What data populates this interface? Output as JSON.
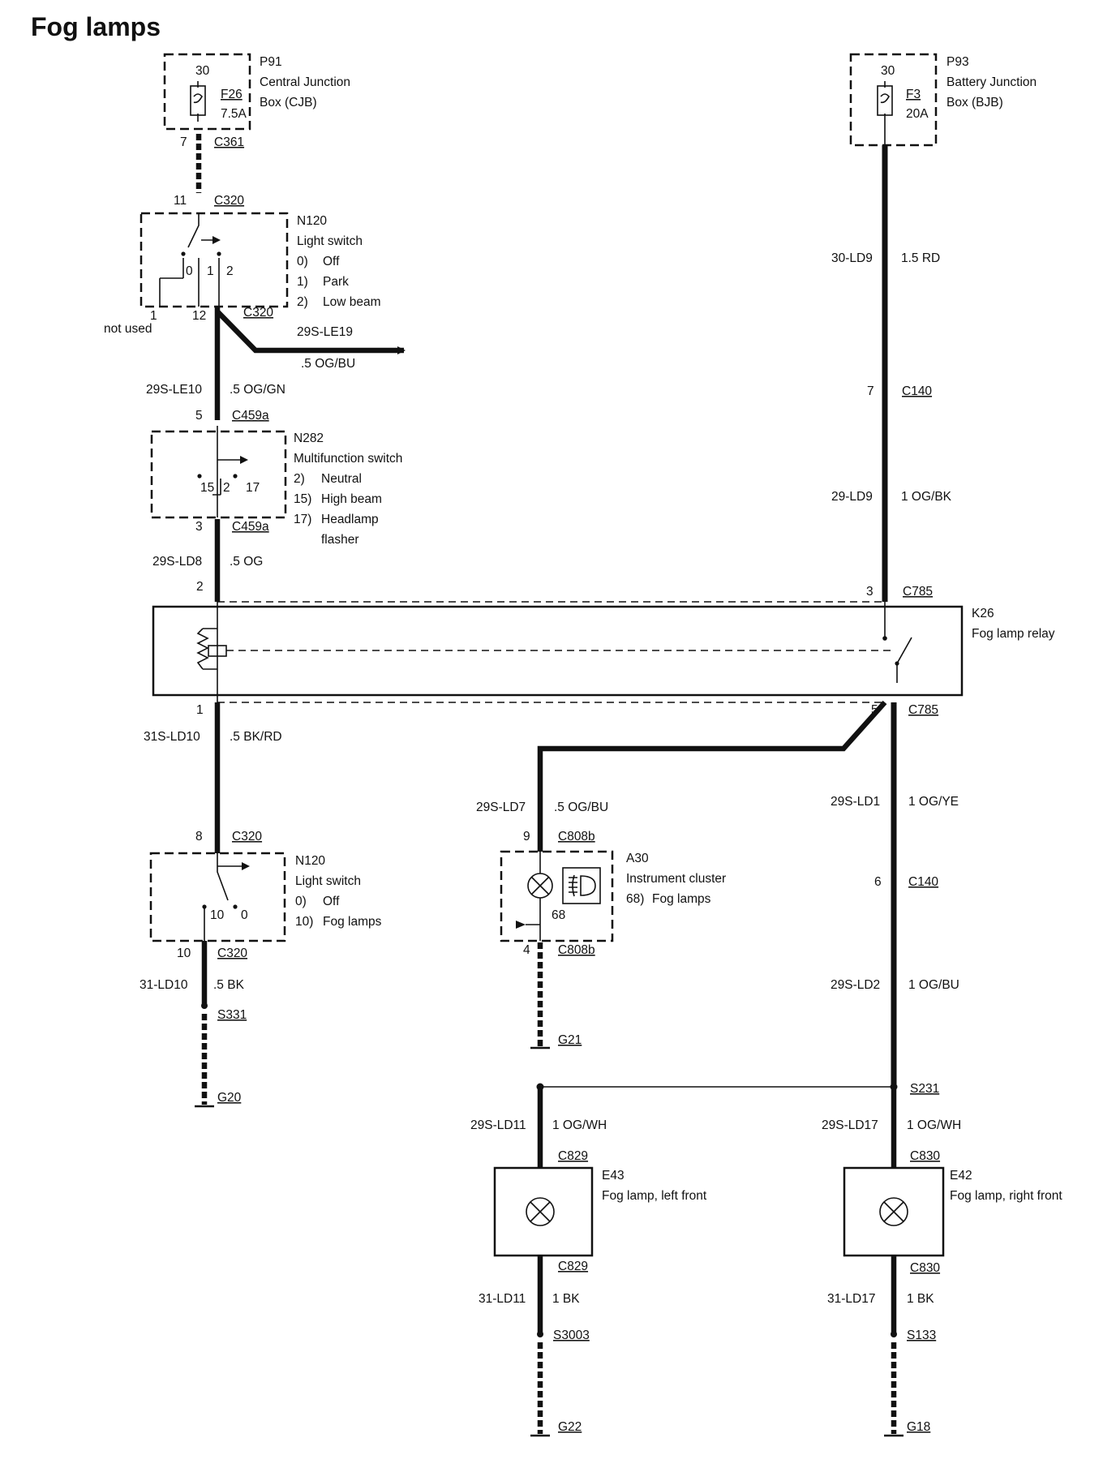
{
  "title": "Fog lamps",
  "components": {
    "p91": {
      "ref": "P91",
      "name_1": "Central Junction",
      "name_2": "Box (CJB)",
      "pin": "30",
      "fuse": "F26",
      "rating": "7.5A"
    },
    "p93": {
      "ref": "P93",
      "name_1": "Battery Junction",
      "name_2": "Box (BJB)",
      "pin": "30",
      "fuse": "F3",
      "rating": "20A"
    },
    "n120_top": {
      "ref": "N120",
      "name": "Light switch",
      "pos0": "0)",
      "pos0_t": "Off",
      "pos1": "1)",
      "pos1_t": "Park",
      "pos2": "2)",
      "pos2_t": "Low beam",
      "sw0": "0",
      "sw1": "1",
      "sw2": "2"
    },
    "n282": {
      "ref": "N282",
      "name": "Multifunction switch",
      "p2": "2)",
      "p2_t": "Neutral",
      "p15": "15)",
      "p15_t": "High beam",
      "p17": "17)",
      "p17_t": "Headlamp",
      "p17_t2": "flasher",
      "sw15": "15",
      "sw2": "2",
      "sw17": "17"
    },
    "k26": {
      "ref": "K26",
      "name": "Fog lamp relay"
    },
    "n120_bot": {
      "ref": "N120",
      "name": "Light switch",
      "pos0": "0)",
      "pos0_t": "Off",
      "pos10": "10)",
      "pos10_t": "Fog lamps",
      "sw10": "10",
      "sw0": "0"
    },
    "a30": {
      "ref": "A30",
      "name": "Instrument cluster",
      "p68": "68)",
      "p68_t": "Fog lamps",
      "pin68": "68"
    },
    "e43": {
      "ref": "E43",
      "name": "Fog lamp, left front"
    },
    "e42": {
      "ref": "E42",
      "name": "Fog lamp, right front"
    }
  },
  "connectors": {
    "c361": "C361",
    "c320_a": "C320",
    "c320_b": "C320",
    "c459a_a": "C459a",
    "c459a_b": "C459a",
    "c785_a": "C785",
    "c785_b": "C785",
    "c140_a": "C140",
    "c140_b": "C140",
    "c320_c": "C320",
    "c320_d": "C320",
    "c808b_a": "C808b",
    "c808b_b": "C808b",
    "c829_a": "C829",
    "c829_b": "C829",
    "c830_a": "C830",
    "c830_b": "C830"
  },
  "splices": {
    "s331": "S331",
    "s231": "S231",
    "s3003": "S3003",
    "s133": "S133"
  },
  "grounds": {
    "g20": "G20",
    "g21": "G21",
    "g22": "G22",
    "g18": "G18"
  },
  "pins": {
    "p7_c361": "7",
    "p11_c320": "11",
    "p12_c320": "12",
    "p1": "1",
    "not_used": "not used",
    "p5_c459a": "5",
    "p3_c459a": "3",
    "p2_k26": "2",
    "p1_k26": "1",
    "p3_k26": "3",
    "p5_k26": "5",
    "p7_c140": "7",
    "p6_c140": "6",
    "p8_c320": "8",
    "p10_c320": "10",
    "p9_c808b": "9",
    "p4_c808b": "4"
  },
  "wires": {
    "le19": {
      "circuit": "29S-LE19",
      "spec": ".5 OG/BU"
    },
    "le10": {
      "circuit": "29S-LE10",
      "spec": ".5 OG/GN"
    },
    "ld8": {
      "circuit": "29S-LD8",
      "spec": ".5 OG"
    },
    "ld10": {
      "circuit": "31S-LD10",
      "spec": ".5 BK/RD"
    },
    "ld10b": {
      "circuit": "31-LD10",
      "spec": ".5 BK"
    },
    "ld7": {
      "circuit": "29S-LD7",
      "spec": ".5 OG/BU"
    },
    "ld9a": {
      "circuit": "30-LD9",
      "spec": "1.5 RD"
    },
    "ld9b": {
      "circuit": "29-LD9",
      "spec": "1 OG/BK"
    },
    "ld1": {
      "circuit": "29S-LD1",
      "spec": "1 OG/YE"
    },
    "ld2": {
      "circuit": "29S-LD2",
      "spec": "1 OG/BU"
    },
    "ld11": {
      "circuit": "29S-LD11",
      "spec": "1 OG/WH"
    },
    "ld17": {
      "circuit": "29S-LD17",
      "spec": "1 OG/WH"
    },
    "ld11g": {
      "circuit": "31-LD11",
      "spec": "1 BK"
    },
    "ld17g": {
      "circuit": "31-LD17",
      "spec": "1 BK"
    }
  }
}
